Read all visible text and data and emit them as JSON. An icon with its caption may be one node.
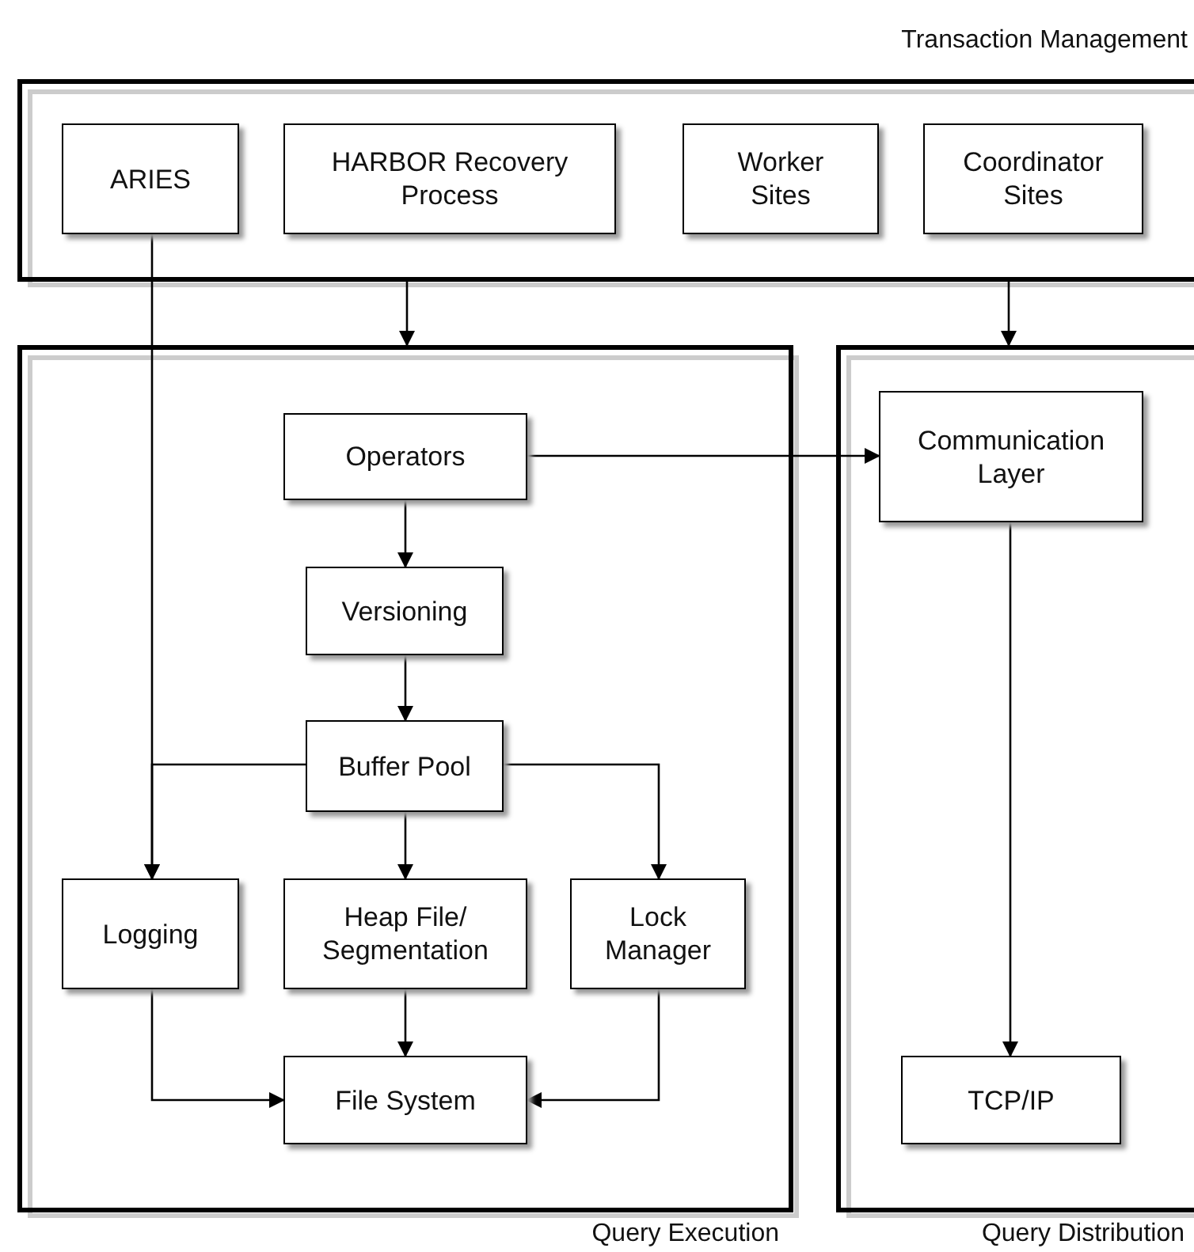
{
  "diagram": {
    "nodes": [
      {
        "text": [
          "Transaction Management"
        ]
      },
      {
        "text": [
          "ARIES"
        ],
        "in": 0
      },
      {
        "text": [
          "HARBOR Recovery Process"
        ],
        "in": 0
      },
      {
        "text": [
          "Worker Sites"
        ],
        "in": 0
      },
      {
        "text": [
          "Coordinator Sites"
        ],
        "in": 0
      },
      {
        "text": [
          "Query Execution"
        ]
      },
      {
        "text": [
          "Operators"
        ],
        "in": 5
      },
      {
        "text": [
          "Versioning"
        ],
        "in": 5
      },
      {
        "text": [
          "Buffer Pool"
        ],
        "in": 5
      },
      {
        "text": [
          "Logging"
        ],
        "in": 5
      },
      {
        "text": [
          "Heap File/ Segmentation"
        ],
        "in": 5
      },
      {
        "text": [
          "Lock Manager"
        ],
        "in": 5
      },
      {
        "text": [
          "File System"
        ],
        "in": 5
      },
      {
        "text": [
          "Query Distribution"
        ]
      },
      {
        "text": [
          "Communication Layer"
        ],
        "in": 13
      },
      {
        "text": [
          "TCP/IP"
        ],
        "in": 13
      }
    ],
    "edges": [
      {
        "from": 0,
        "to": 5,
        "arrow": "to"
      },
      {
        "from": 0,
        "to": 13,
        "arrow": "to"
      },
      {
        "from": 1,
        "to": 9,
        "arrow": "to"
      },
      {
        "from": 6,
        "to": 7,
        "arrow": "to"
      },
      {
        "from": 6,
        "to": 14,
        "arrow": "to"
      },
      {
        "from": 7,
        "to": 8,
        "arrow": "to"
      },
      {
        "from": 8,
        "to": 9,
        "arrow": "to"
      },
      {
        "from": 8,
        "to": 10,
        "arrow": "to"
      },
      {
        "from": 8,
        "to": 11,
        "arrow": "to"
      },
      {
        "from": 9,
        "to": 12,
        "arrow": "to"
      },
      {
        "from": 10,
        "to": 12,
        "arrow": "to"
      },
      {
        "from": 11,
        "to": 12,
        "arrow": "to"
      },
      {
        "from": 14,
        "to": 15,
        "arrow": "to"
      }
    ]
  }
}
